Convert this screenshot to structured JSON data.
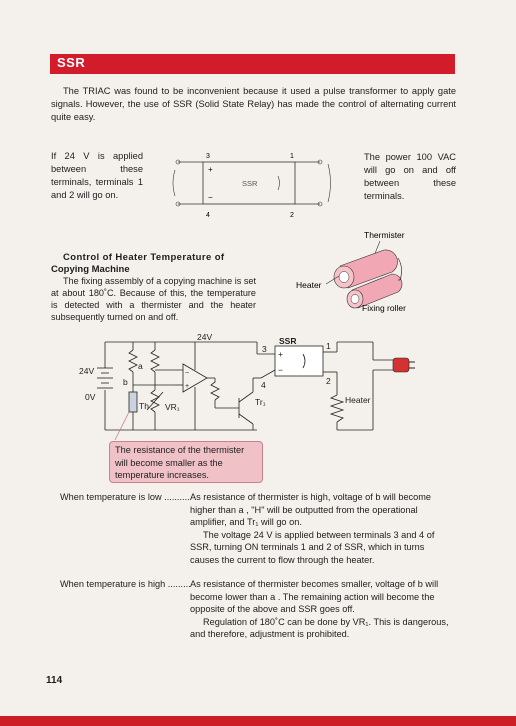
{
  "section": {
    "title": "SSR"
  },
  "intro": "The TRIAC was found to be inconvenient because it used a pulse transformer to apply gate signals. However, the use of SSR (Solid State Relay) has made the control of alternating current quite easy.",
  "left_note": "If 24 V is applied between these terminals, terminals 1 and 2 will go on.",
  "right_note": "The power 100 VAC will go on and off between these terminals.",
  "ssr_diagram": {
    "box_label": "SSR",
    "terminal_3": "3",
    "terminal_4": "4",
    "terminal_1": "1",
    "terminal_2": "2",
    "plus": "+",
    "minus": "−"
  },
  "heater_section": {
    "title_line1": "Control of Heater Temperature of",
    "title_line2": "Copying Machine",
    "body": "The fixing assembly of a copying machine is set at about 180˚C. Because of this, the temperature is detected with a thermister and the heater subsequently turned on and off."
  },
  "roller_figure": {
    "thermister_label": "Thermister",
    "heater_label": "Heater",
    "fixing_roller_label": "Fixing roller"
  },
  "circuit": {
    "supply_label": "24V",
    "top_rail_label": "24V",
    "ground_label": "0V",
    "node_a": "a",
    "node_b": "b",
    "thermister": "Th",
    "vr": "VR₁",
    "transistor": "Tr₁",
    "ssr_label": "SSR",
    "t3": "3",
    "t4": "4",
    "t1": "1",
    "t2": "2",
    "plus": "+",
    "minus": "−",
    "heater": "Heater"
  },
  "callout": "The resistance of the thermister will become smaller as the temperature increases.",
  "conditions": [
    {
      "label": "When temperature is low ..........",
      "lines": [
        "As resistance of thermister is high, voltage of  b  will become higher than  a  , \"H\" will be outputted from the operational amplifier, and Tr₁ will go on.",
        "The voltage 24 V is applied between terminals 3 and 4 of SSR, turning ON terminals 1 and 2 of SSR, which in turns causes the current to flow through the heater."
      ]
    },
    {
      "label": "When temperature is high .........",
      "lines": [
        "As resistance of thermister becomes smaller, voltage of b will become lower than  a .  The remaining action will become the opposite of the above and SSR goes off.",
        "Regulation of 180˚C can be done by VR₁. This is dangerous, and therefore, adjustment is prohibited."
      ]
    }
  ],
  "page_number": "114",
  "colors": {
    "accent": "#d21c2c",
    "callout_bg": "#f0c2c7",
    "roller": "#f2a8b4"
  }
}
